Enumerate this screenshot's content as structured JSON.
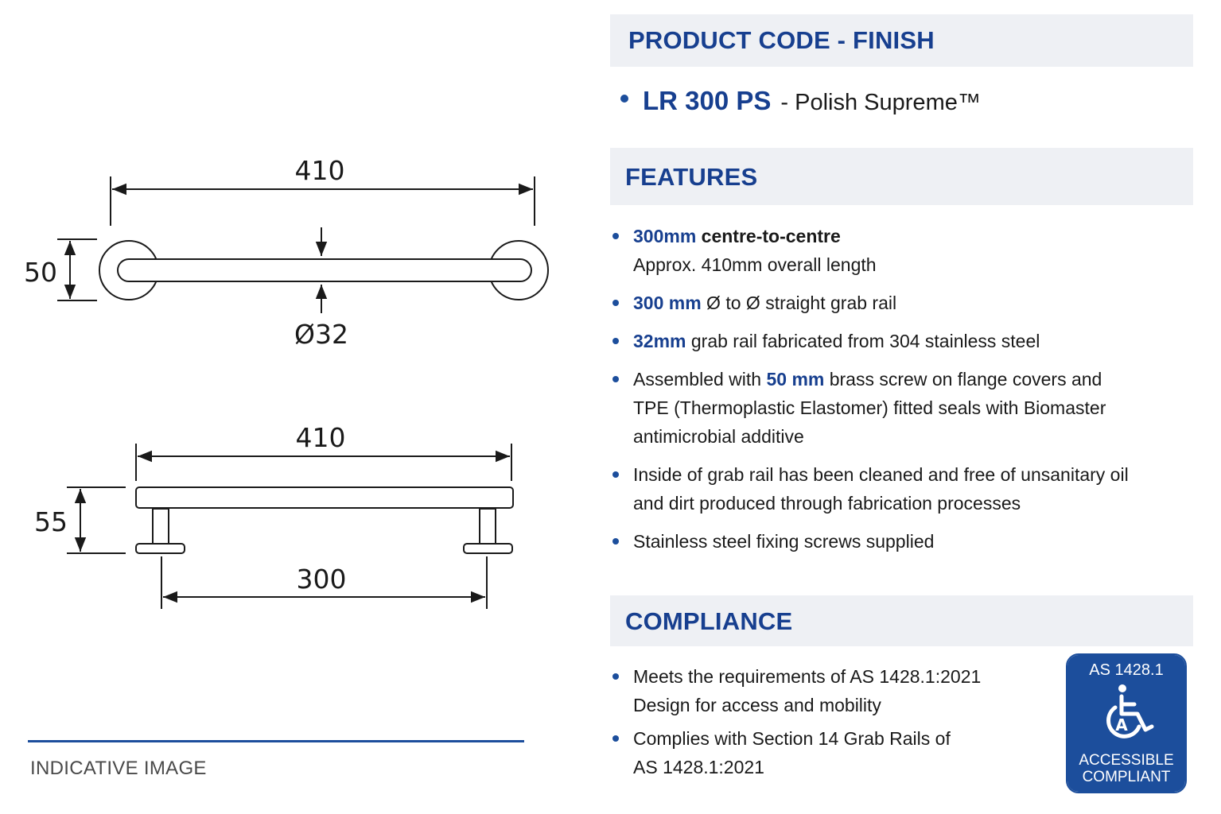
{
  "drawing": {
    "top_view": {
      "overall_length": "410",
      "flange_height": "50",
      "diameter": "Ø32"
    },
    "side_view": {
      "overall_length": "410",
      "projection": "55",
      "centre_to_centre": "300"
    },
    "footer_label": "INDICATIVE IMAGE",
    "line_color": "#1a1a1a"
  },
  "product_code": {
    "heading": "PRODUCT CODE - FINISH",
    "code": "LR 300 PS",
    "finish": "- Polish Supreme™"
  },
  "features": {
    "heading": "FEATURES",
    "items": [
      {
        "hl": "300mm",
        "bold": " centre-to-centre",
        "line2": "Approx. 410mm overall length"
      },
      {
        "hl": "300 mm",
        "text": " Ø to Ø straight grab rail"
      },
      {
        "hl": "32mm",
        "text": " grab rail fabricated from 304 stainless steel"
      },
      {
        "pre": "Assembled with ",
        "hl": "50 mm",
        "post": " brass screw on flange covers and",
        "line2": "TPE (Thermoplastic Elastomer) fitted seals with Biomaster",
        "line3": "antimicrobial additive"
      },
      {
        "text": "Inside of grab rail has been cleaned and free of unsanitary oil",
        "line2": "and dirt produced through fabrication processes"
      },
      {
        "text": "Stainless steel fixing screws supplied"
      }
    ]
  },
  "compliance": {
    "heading": "COMPLIANCE",
    "items": [
      {
        "text": "Meets the requirements of AS 1428.1:2021",
        "line2": "Design for access and mobility"
      },
      {
        "text": "Complies with Section 14 Grab Rails of",
        "line2": "AS 1428.1:2021"
      }
    ],
    "badge": {
      "top": "AS 1428.1",
      "letter": "A",
      "line1": "ACCESSIBLE",
      "line2": "COMPLIANT",
      "icon": "wheelchair-icon"
    }
  },
  "colors": {
    "accent": "#1c4e9c",
    "heading": "#173f8f",
    "band": "#eef0f4"
  }
}
